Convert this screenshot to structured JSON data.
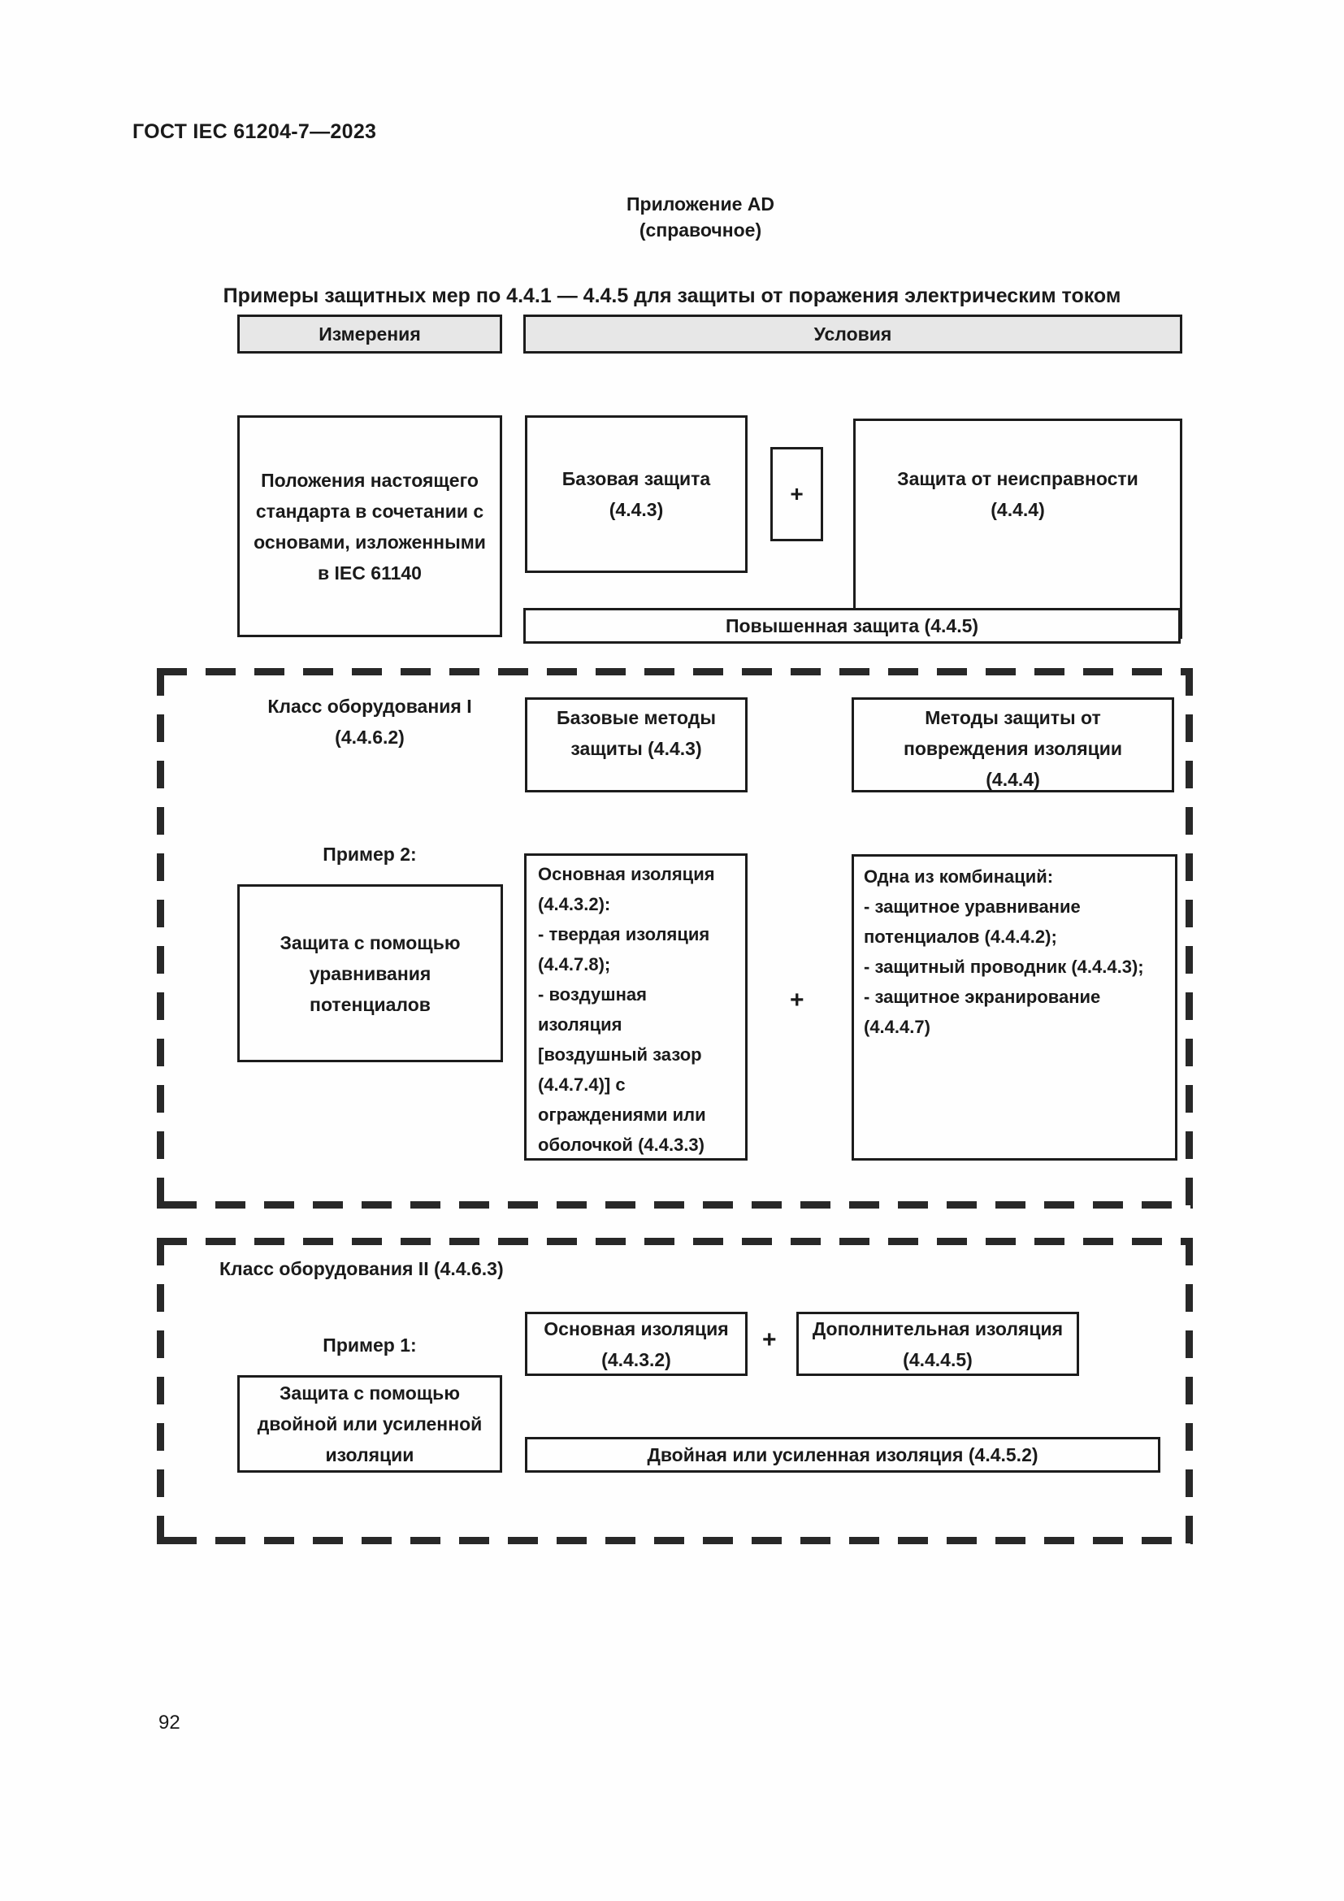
{
  "header": {
    "doc_code": "ГОСТ IEC 61204-7—2023",
    "annex_line1": "Приложение AD",
    "annex_line2": "(справочное)",
    "title": "Примеры защитных мер по 4.4.1 — 4.4.5 для защиты от поражения электрическим током"
  },
  "columns": {
    "measures": "Измерения",
    "conditions": "Условия"
  },
  "row1": {
    "provisions": "Положения настоящего\nстандарта в сочетании с\nосновами, изложенными\nв IEC 61140",
    "basic_protection": "Базовая защита\n(4.4.3)",
    "plus": "+",
    "fault_protection": "Защита от неисправности\n(4.4.4)",
    "enhanced_protection": "Повышенная защита (4.4.5)"
  },
  "class1": {
    "name": "Класс оборудования I\n(4.4.6.2)",
    "basic_methods": "Базовые методы\nзащиты (4.4.3)",
    "fault_methods": "Методы защиты от\nповреждения изоляции\n(4.4.4)",
    "example_label": "Пример 2:",
    "equipotential": "Защита с помощью\nуравнивания\nпотенциалов",
    "main_insulation": "Основная изоляция\n(4.4.3.2):\n- твердая изоляция\n(4.4.7.8);\n- воздушная\nизоляция\n[воздушный зазор\n(4.4.7.4)] с\nограждениями или\nоболочкой (4.4.3.3)",
    "plus": "+",
    "combinations": "Одна из комбинаций:\n- защитное уравнивание\nпотенциалов (4.4.4.2);\n- защитный проводник (4.4.4.3);\n- защитное экранирование\n(4.4.4.7)"
  },
  "class2": {
    "name": "Класс оборудования II (4.4.6.3)",
    "example_label": "Пример 1:",
    "main_insulation": "Основная изоляция\n(4.4.3.2)",
    "plus": "+",
    "supplementary_insulation": "Дополнительная изоляция\n(4.4.4.5)",
    "double_protection": "Защита с помощью\nдвойной или усиленной\nизоляции",
    "double_bar": "Двойная или усиленная изоляция (4.4.5.2)"
  },
  "footer": {
    "page_number": "92"
  },
  "colors": {
    "header_box_bg": "#e7e7e7",
    "border": "#1c1c1c",
    "dash": "#282828"
  }
}
